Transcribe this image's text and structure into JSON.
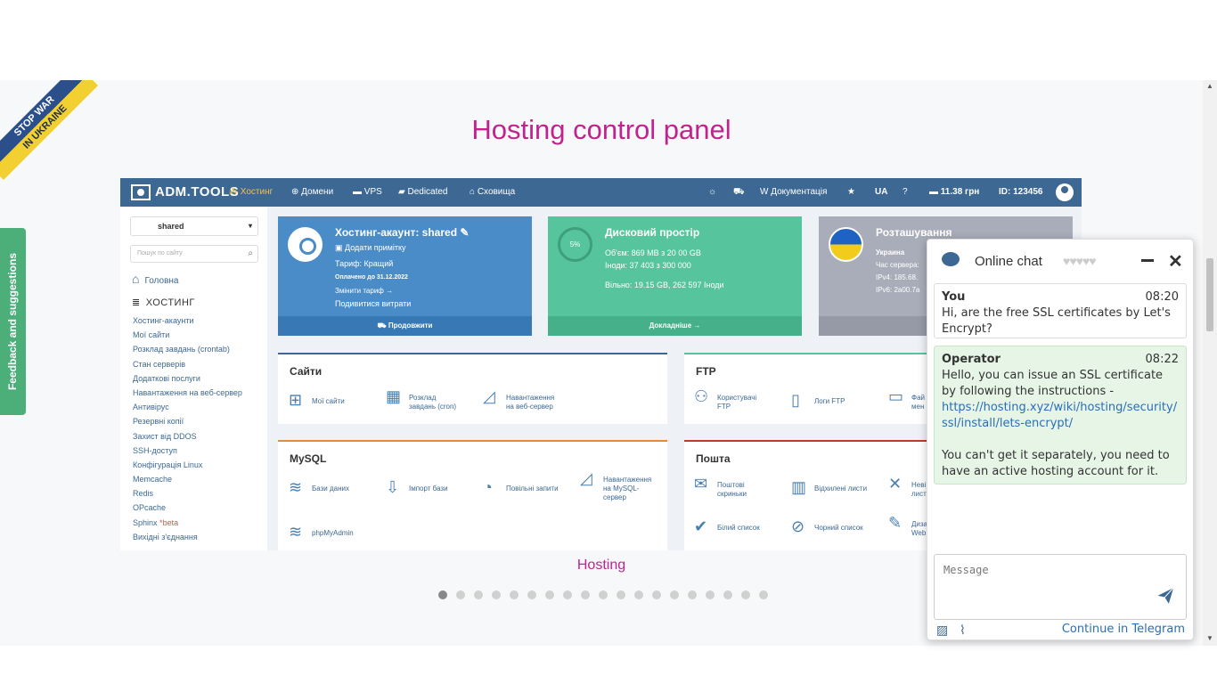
{
  "banner": {
    "line1": "STOP WAR",
    "line2": "IN UKRAINE"
  },
  "heading": "Hosting control panel",
  "feedback_label": "Feedback and suggestions",
  "panel": {
    "logo": "ADM.TOOLS",
    "nav": [
      "Хостинг",
      "Домени",
      "VPS",
      "Dedicated",
      "Сховища"
    ],
    "docs": "Документація",
    "lang": "UA",
    "balance": "11.38 грн",
    "id": "ID: 123456",
    "account_select": "shared",
    "search_placeholder": "Пошук по сайту",
    "home": "Головна",
    "hosting_section": "ХОСТИНГ",
    "menu": [
      "Хостинг-акаунти",
      "Мої сайти",
      "Розклад завдань (crontab)",
      "Стан серверів",
      "Додаткові послуги",
      "Навантаження на веб-сервер",
      "Антивірус",
      "Резервні копії",
      "Захист від DDOS",
      "SSH-доступ",
      "Конфігурація Linux",
      "Memcache",
      "Redis",
      "OPcache",
      "Sphinx",
      "Вихідні з'єднання"
    ],
    "beta": "beta",
    "card1": {
      "title": "Хостинг-акаунт: shared",
      "note": "Додати примітку",
      "tariff": "Тариф: Кращий",
      "paid": "Оплачено до 31.12.2022",
      "change": "Змінити тариф",
      "costs": "Подивитися витрати",
      "footer": "Продовжити"
    },
    "card2": {
      "title": "Дисковий простір",
      "percent": "5%",
      "volume": "Об'єм: 869 MB з 20 00 GB",
      "inodes": "Іноди: 37 403 з 300 000",
      "free": "Вільно: 19.15 GB, 262 597 Іноди",
      "footer": "Докладніше"
    },
    "card3": {
      "title": "Розташування",
      "country": "Украина",
      "time": "Час сервера:",
      "ipv4": "IPv4: 185.68.",
      "ipv6": "IPv6: 2a00.7a"
    },
    "sites": {
      "title": "Сайти",
      "items": [
        "Мої сайти",
        "Розклад завдань (cron)",
        "Навантаження на веб-сервер"
      ]
    },
    "ftp": {
      "title": "FTP",
      "items": [
        "Користувачі FTP",
        "Логи FTP",
        "Фай мен"
      ]
    },
    "mysql": {
      "title": "MySQL",
      "items": [
        "Бази даних",
        "Імпорт бази",
        "Повільні запити",
        "Навантаження на MySQL-сервер",
        "phpMyAdmin"
      ]
    },
    "mail": {
      "title": "Пошта",
      "items": [
        "Поштові скриньки",
        "Відхилені листи",
        "Неві лист",
        "Білий список",
        "Чорний список",
        "Диза Web"
      ]
    }
  },
  "caption": "Hosting",
  "slides": {
    "count": 19,
    "active": 0
  },
  "chat": {
    "title": "Online chat",
    "hearts": "♥♥♥♥♥",
    "messages": [
      {
        "who": "You",
        "time": "08:20",
        "text": "Hi, are the free SSL certificates by Let's Encrypt?"
      },
      {
        "who": "Operator",
        "time": "08:22",
        "text1": "Hello, you can issue an SSL certificate by following the instructions -",
        "link": "https://hosting.xyz/wiki/hosting/security/ssl/install/lets-encrypt/",
        "text2": "You can't get it separately, you need to have an active hosting account for it."
      }
    ],
    "placeholder": "Message",
    "telegram": "Continue in Telegram"
  }
}
